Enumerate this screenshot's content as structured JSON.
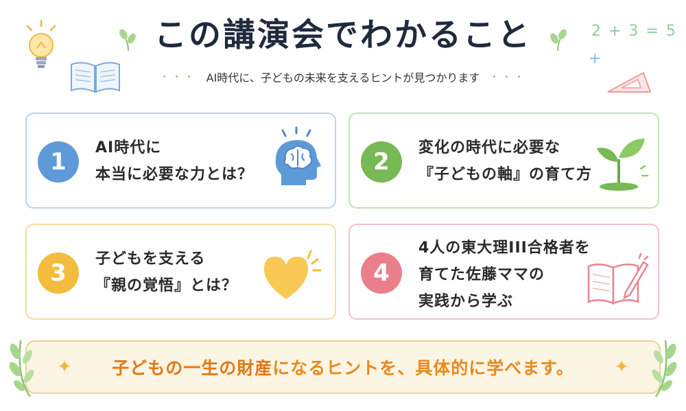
{
  "title": "この講演会でわかること",
  "subtitle": "AI時代に、子どもの未来を支えるヒントが見つかります",
  "subtitle_dots": "・・・",
  "math_text": "2 + 3 = 5",
  "math_plus": "+",
  "cards": [
    {
      "number": "1",
      "lines": [
        "AI時代に",
        "本当に必要な力とは？"
      ],
      "icon": "brain-head-icon",
      "color": "#5f9ad8"
    },
    {
      "number": "2",
      "lines": [
        "変化の時代に必要な",
        "『子どもの軸』の育て方"
      ],
      "icon": "sprout-icon",
      "color": "#77b954"
    },
    {
      "number": "3",
      "lines": [
        "子どもを支える",
        "『親の覚悟』とは？"
      ],
      "icon": "heart-icon",
      "color": "#f4bc3c"
    },
    {
      "number": "4",
      "lines": [
        "4人の東大理III合格者を",
        "育てた佐藤ママの",
        "実践から学ぶ"
      ],
      "icon": "notebook-pen-icon",
      "color": "#ea7f8c"
    }
  ],
  "banner": {
    "part1": "子どもの一生の財産",
    "part2": "になるヒントを、具体的に学べます。",
    "sparkle": "✦"
  },
  "colors": {
    "title": "#1f2a3d",
    "banner_text": "#e78a1c",
    "banner_bg": "#fdf5e4"
  }
}
